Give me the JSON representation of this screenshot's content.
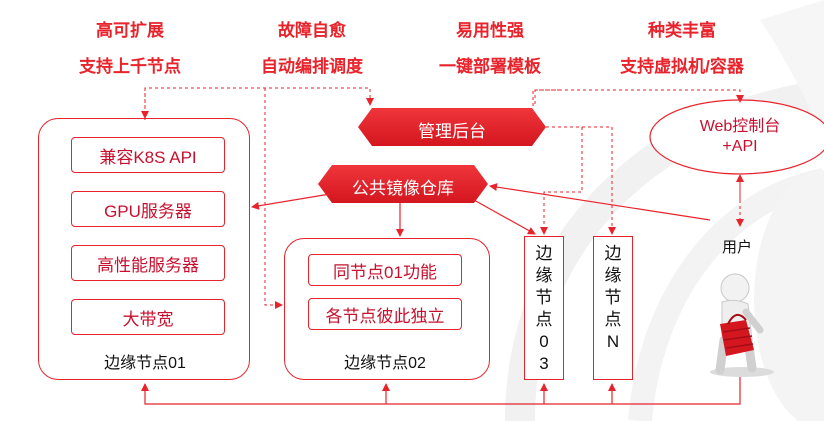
{
  "headlines": [
    {
      "line1": "高可扩展",
      "line2": "支持上千节点"
    },
    {
      "line1": "故障自愈",
      "line2": "自动编排调度"
    },
    {
      "line1": "易用性强",
      "line2": "一键部署模板"
    },
    {
      "line1": "种类丰富",
      "line2": "支持虚拟机/容器"
    }
  ],
  "admin": "管理后台",
  "registry": "公共镜像仓库",
  "web_console": {
    "line1": "Web控制台",
    "line2": "+API"
  },
  "user": "用户",
  "edge01": {
    "caption": "边缘节点01",
    "items": [
      "兼容K8S API",
      "GPU服务器",
      "高性能服务器",
      "大带宽"
    ]
  },
  "edge02": {
    "caption": "边缘节点02",
    "items": [
      "同节点01功能",
      "各节点彼此独立"
    ]
  },
  "edge03": {
    "chars": [
      "边",
      "缘",
      "节",
      "点",
      "0",
      "3"
    ]
  },
  "edgeN": {
    "chars": [
      "边",
      "缘",
      "节",
      "点",
      "N"
    ]
  },
  "colors": {
    "accent": "#e8232b",
    "dark_red": "#c8102e"
  }
}
